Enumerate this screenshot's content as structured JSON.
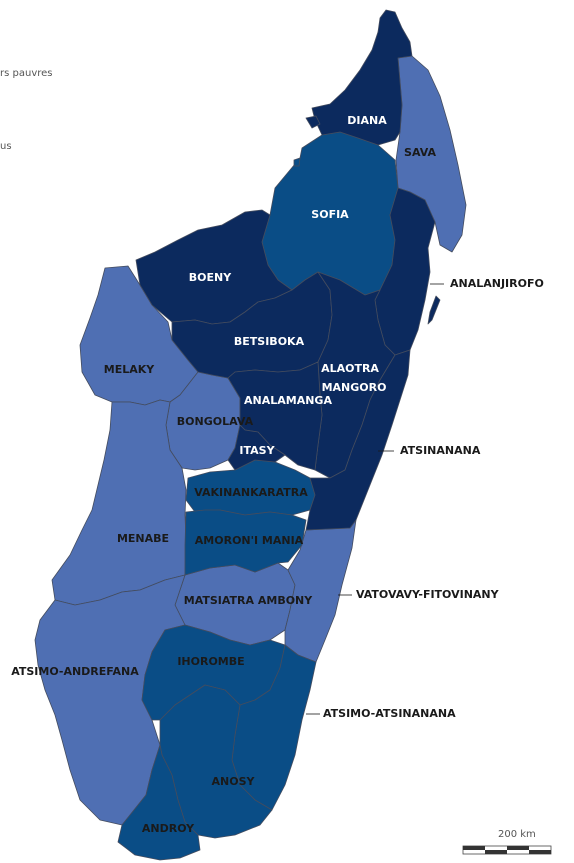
{
  "legend": {
    "item1_fragment": "rs pauvres",
    "item2_fragment": "us"
  },
  "colors": {
    "class_dark": "#0c2a5e",
    "class_mid": "#0a4d86",
    "class_light": "#4f6fb3",
    "border": "#444c5e",
    "label_light": "#ffffff",
    "label_dark": "#1a1a1a"
  },
  "regions": {
    "diana": "DIANA",
    "sava": "SAVA",
    "sofia": "SOFIA",
    "boeny": "BOENY",
    "analanjirofo": "ANALANJIROFO",
    "betsiboka": "BETSIBOKA",
    "alaotra_mangoro_1": "ALAOTRA",
    "alaotra_mangoro_2": "MANGORO",
    "melaky": "MELAKY",
    "analamanga": "ANALAMANGA",
    "bongolava": "BONGOLAVA",
    "itasy": "ITASY",
    "atsinanana": "ATSINANANA",
    "vakinankaratra": "VAKINANKARATRA",
    "menabe": "MENABE",
    "amoroni_mania": "AMORON'I MANIA",
    "vatovavy_fitovinany": "VATOVAVY-FITOVINANY",
    "matsiatra_ambony": "MATSIATRA AMBONY",
    "atsimo_andrefana": "ATSIMO-ANDREFANA",
    "ihorombe": "IHOROMBE",
    "atsimo_atsinanana": "ATSIMO-ATSINANANA",
    "anosy": "ANOSY",
    "androy": "ANDROY"
  },
  "scale": {
    "label": "200 km"
  }
}
